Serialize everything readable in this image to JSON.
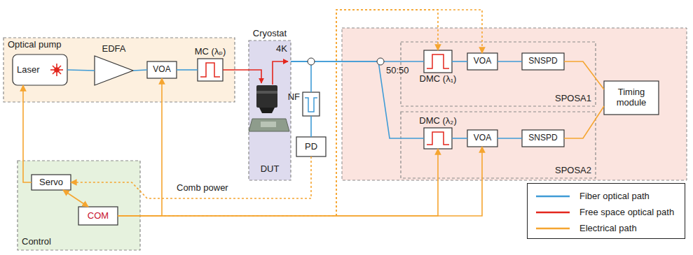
{
  "diagram": {
    "nodes": [
      {
        "text": [
          "Optical pump"
        ]
      },
      {
        "text": [
          "Laser"
        ],
        "in": 0
      },
      {
        "text": [
          "EDFA"
        ],
        "in": 0
      },
      {
        "text": [
          "VOA"
        ],
        "in": 0
      },
      {
        "text": [
          "MC (λₚ)"
        ],
        "in": 0
      },
      {
        "text": [
          "Cryostat",
          "4K",
          "DUT"
        ]
      },
      {
        "text": [
          "NF"
        ]
      },
      {
        "text": [
          "PD"
        ]
      },
      {
        "text": [
          "SPOSA1"
        ]
      },
      {
        "text": [
          "DMC (λ₁)"
        ],
        "in": 8
      },
      {
        "text": [
          "VOA"
        ],
        "in": 8
      },
      {
        "text": [
          "SNSPD"
        ],
        "in": 8
      },
      {
        "text": [
          "SPOSA2"
        ]
      },
      {
        "text": [
          "DMC (λ₂)"
        ],
        "in": 12
      },
      {
        "text": [
          "VOA"
        ],
        "in": 12
      },
      {
        "text": [
          "SNSPD"
        ],
        "in": 12
      },
      {
        "text": [
          "Timing module"
        ]
      },
      {
        "text": [
          "Control"
        ]
      },
      {
        "text": [
          "Servo"
        ],
        "in": 17
      },
      {
        "text": [
          "COM"
        ],
        "in": 17
      }
    ],
    "edges": [
      {
        "from": 1,
        "to": 2,
        "arrow": "none"
      },
      {
        "from": 2,
        "to": 3,
        "arrow": "none"
      },
      {
        "from": 3,
        "to": 4,
        "arrow": "none"
      },
      {
        "from": 4,
        "to": 5,
        "arrow": "none"
      },
      {
        "from": 5,
        "to": 6,
        "arrow": "none"
      },
      {
        "from": 6,
        "to": 7,
        "arrow": "none"
      },
      {
        "from": 5,
        "to": 9,
        "arrow": "none"
      },
      {
        "from": 5,
        "to": 13,
        "arrow": "none"
      },
      {
        "from": 9,
        "to": 10,
        "arrow": "none"
      },
      {
        "from": 10,
        "to": 11,
        "arrow": "none"
      },
      {
        "from": 11,
        "to": 16,
        "arrow": "none"
      },
      {
        "from": 13,
        "to": 14,
        "arrow": "none"
      },
      {
        "from": 14,
        "to": 15,
        "arrow": "none"
      },
      {
        "from": 15,
        "to": 16,
        "arrow": "none"
      },
      {
        "from": 18,
        "to": 1,
        "arrow": "to"
      },
      {
        "from": 19,
        "to": 3,
        "arrow": "to"
      },
      {
        "from": 18,
        "to": 19,
        "arrow": "both"
      },
      {
        "from": 7,
        "to": 18,
        "arrow": "to"
      },
      {
        "from": 19,
        "to": 13,
        "arrow": "to"
      },
      {
        "from": 19,
        "to": 14,
        "arrow": "to"
      },
      {
        "from": 19,
        "to": 9,
        "arrow": "to"
      },
      {
        "from": 19,
        "to": 10,
        "arrow": "to"
      }
    ],
    "labels": [
      "50:50",
      "Comb power"
    ],
    "legend": [
      {
        "text": "Fiber optical path",
        "color": "#3f9bd6"
      },
      {
        "text": "Free space optical path",
        "color": "#e3261d"
      },
      {
        "text": "Electrical path",
        "color": "#f5a530"
      }
    ]
  }
}
